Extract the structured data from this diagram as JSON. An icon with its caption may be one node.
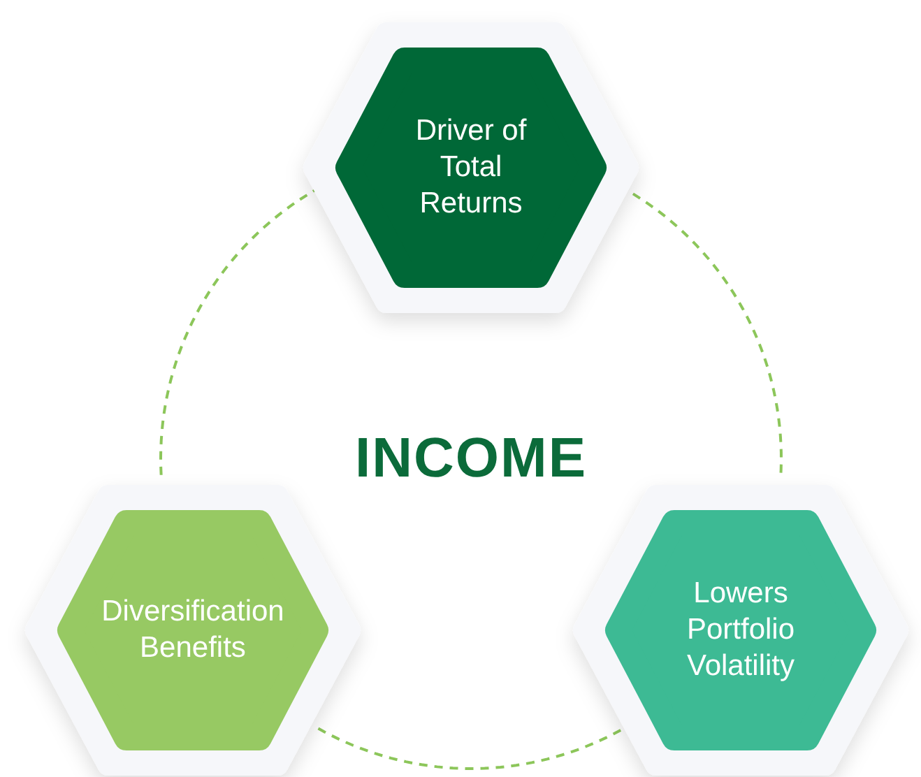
{
  "diagram": {
    "nodes": [
      {
        "text": [
          "Driver of Total Returns"
        ]
      },
      {
        "text": [
          "Diversification Benefits"
        ]
      },
      {
        "text": [
          "Lowers Portfolio Volatility"
        ]
      }
    ],
    "edges": [
      {
        "from": 0,
        "to": 2,
        "arrow": "none",
        "style": "dashed"
      },
      {
        "from": 2,
        "to": 1,
        "arrow": "none",
        "style": "dashed"
      },
      {
        "from": 1,
        "to": 0,
        "arrow": "none",
        "style": "dashed"
      }
    ],
    "labels": [
      "INCOME"
    ]
  }
}
